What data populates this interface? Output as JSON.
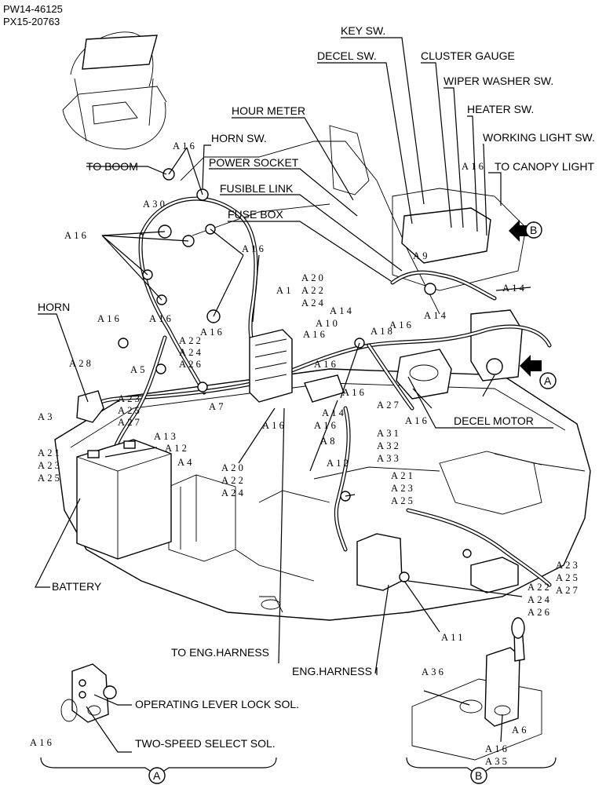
{
  "header": {
    "ref1": "PW14-46125",
    "ref2": "PX15-20763"
  },
  "components": {
    "key_sw": "KEY SW.",
    "decel_sw": "DECEL SW.",
    "cluster_gauge": "CLUSTER GAUGE",
    "wiper_washer_sw": "WIPER WASHER SW.",
    "heater_sw": "HEATER SW.",
    "working_light_sw": "WORKING LIGHT SW.",
    "hour_meter": "HOUR METER",
    "horn_sw": "HORN SW.",
    "to_canopy_light": "TO CANOPY LIGHT",
    "to_boom": "TO BOOM",
    "power_socket": "POWER SOCKET",
    "fusible_link": "FUSIBLE LINK",
    "fuse_box": "FUSE BOX",
    "horn": "HORN",
    "decel_motor": "DECEL MOTOR",
    "battery": "BATTERY",
    "to_eng_harness": "TO ENG.HARNESS",
    "eng_harness": "ENG.HARNESS",
    "operating_lever_lock_sol": "OPERATING LEVER LOCK SOL.",
    "two_speed_select_sol": "TWO-SPEED SELECT SOL."
  },
  "views": {
    "a": "A",
    "b": "B"
  },
  "callouts": [
    "A16",
    "A16",
    "A16",
    "A16",
    "A30",
    "A16",
    "A16",
    "A16",
    "A9",
    "A14",
    "A20",
    "A1",
    "A22",
    "A24",
    "A14",
    "A10",
    "A18",
    "A16",
    "A14",
    "A16",
    "A22",
    "A24",
    "A26",
    "A16",
    "A28",
    "A5",
    "A3",
    "A23",
    "A25",
    "A27",
    "A13",
    "A12",
    "A4",
    "A7",
    "A16",
    "A16",
    "A14",
    "A16",
    "A8",
    "A27",
    "A31",
    "A32",
    "A33",
    "A16",
    "A21",
    "A23",
    "A25",
    "A20",
    "A22",
    "A24",
    "A12",
    "A21",
    "A23",
    "A25",
    "A23",
    "A25",
    "A27",
    "A22",
    "A24",
    "A26",
    "A11",
    "A16",
    "A36",
    "A6",
    "A16",
    "A35"
  ]
}
